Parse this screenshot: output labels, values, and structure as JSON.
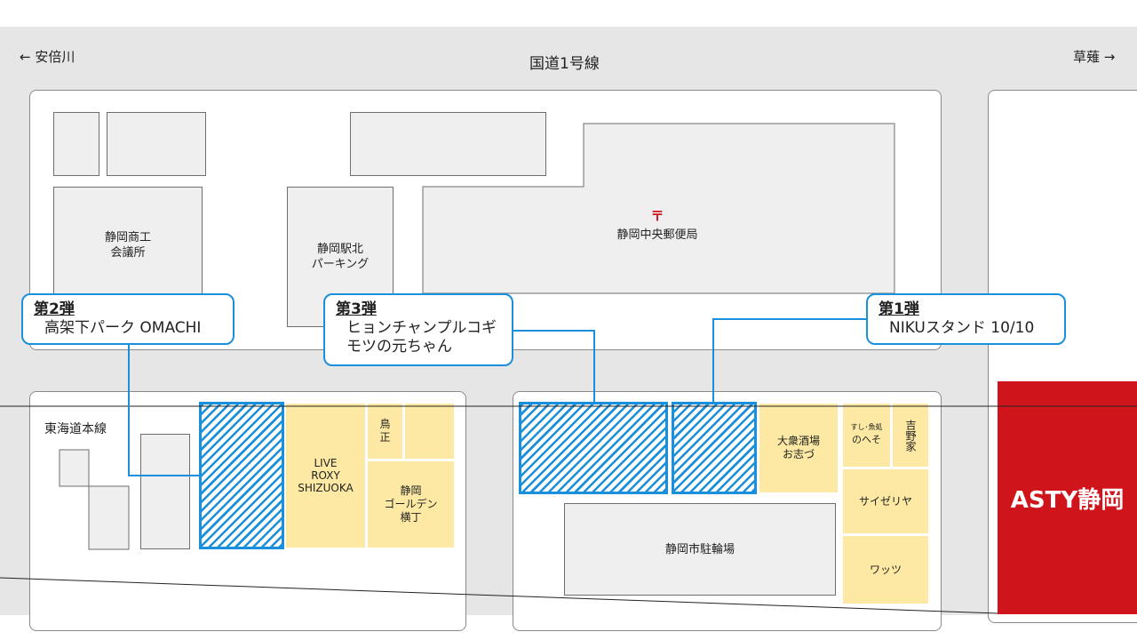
{
  "roads": {
    "left_direction": "← 安倍川",
    "route_name": "国道1号線",
    "right_direction": "草薙 →",
    "rail_line": "東海道本線"
  },
  "buildings": {
    "chamber": "静岡商工\n会議所",
    "parking": "静岡駅北\nパーキング",
    "post_office_mark": "〒",
    "post_office": "静岡中央郵便局",
    "bike_parking": "静岡市駐輪場",
    "asty": "ASTY静岡"
  },
  "shops": {
    "live_roxy": "LIVE\nROXY\nSHIZUOKA",
    "torisho": "鳥\n正",
    "golden_yokocho": "静岡\nゴールデン\n横丁",
    "taishu_sakaba": "大衆酒場\nお志づ",
    "sushi_label": "すし･魚処",
    "noheso": "のへそ",
    "yoshinoya": "吉野家",
    "saizeriya": "サイゼリヤ",
    "wattsu": "ワッツ"
  },
  "callouts": {
    "first": {
      "number": "第1弾",
      "name": "NIKUスタンド 10/10"
    },
    "second": {
      "number": "第2弾",
      "name": "高架下パーク OMACHI"
    },
    "third": {
      "number": "第3弾",
      "name_line1": "ヒョンチャンプルコギ",
      "name_line2": "モツの元ちゃん"
    }
  },
  "colors": {
    "highlight": "#1a8fdc",
    "shop_fill": "#fde9a3",
    "asty_red": "#d0141c",
    "road_gray": "#e6e6e6"
  }
}
